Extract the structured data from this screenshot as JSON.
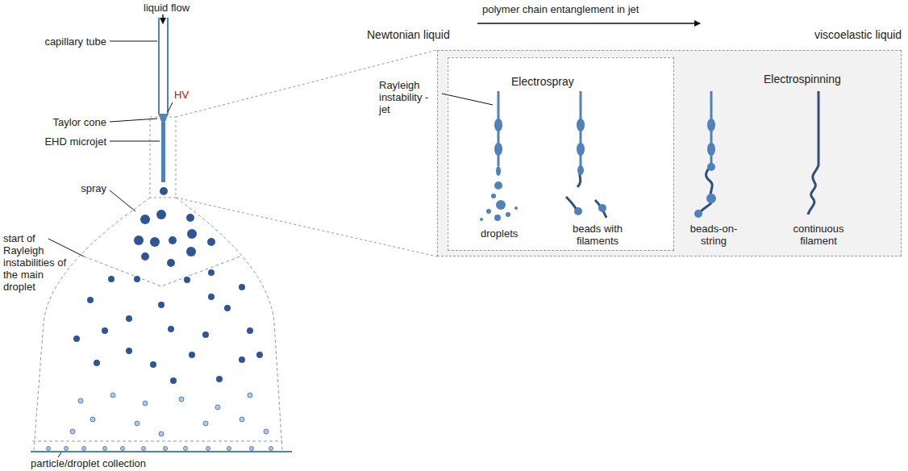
{
  "diagram": {
    "nodes": [
      {
        "text": [
          "Electrospinning"
        ]
      },
      {
        "text": [
          "Electrospray"
        ],
        "in": 0
      }
    ],
    "labels": [
      "liquid flow",
      "capillary tube",
      "HV",
      "Taylor cone",
      "EHD microjet",
      "spray",
      "start of Rayleigh instabilities of the main droplet",
      "particle/droplet collection",
      "polymer chain entanglement in jet",
      "Newtonian liquid",
      "viscoelastic liquid",
      "Rayleigh instability - jet",
      "droplets",
      "beads with filaments",
      "beads-on-string",
      "continuous filament"
    ]
  }
}
